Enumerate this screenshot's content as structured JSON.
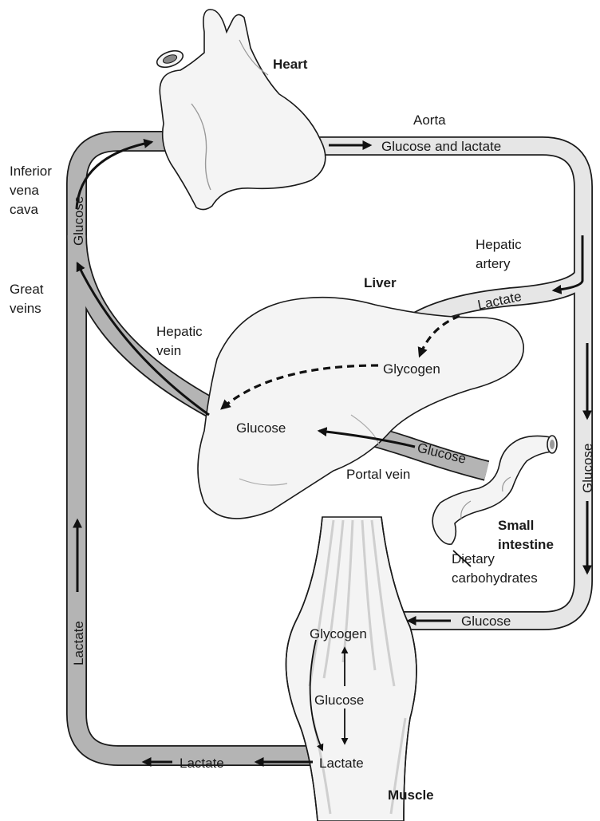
{
  "organs": {
    "heart": "Heart",
    "liver": "Liver",
    "small_intestine_line1": "Small",
    "small_intestine_line2": "intestine",
    "muscle": "Muscle"
  },
  "vessels": {
    "aorta": "Aorta",
    "inferior_vena_cava": [
      "Inferior",
      "vena",
      "cava"
    ],
    "great_veins": [
      "Great",
      "veins"
    ],
    "hepatic_artery": [
      "Hepatic",
      "artery"
    ],
    "hepatic_vein": [
      "Hepatic",
      "vein"
    ],
    "portal_vein": "Portal vein"
  },
  "flows": {
    "aorta_content": "Glucose and lactate",
    "vena_cava_glucose": "Glucose",
    "hepatic_artery_lactate": "Lactate",
    "right_glucose": "Glucose",
    "bottom_right_glucose": "Glucose",
    "portal_glucose": "Glucose",
    "bottom_left_lactate": "Lactate",
    "left_lactate": "Lactate"
  },
  "liver_contents": {
    "glycogen": "Glycogen",
    "glucose": "Glucose"
  },
  "muscle_contents": {
    "glycogen": "Glycogen",
    "glucose": "Glucose",
    "lactate": "Lactate"
  },
  "dietary": [
    "Dietary",
    "carbohydrates"
  ]
}
